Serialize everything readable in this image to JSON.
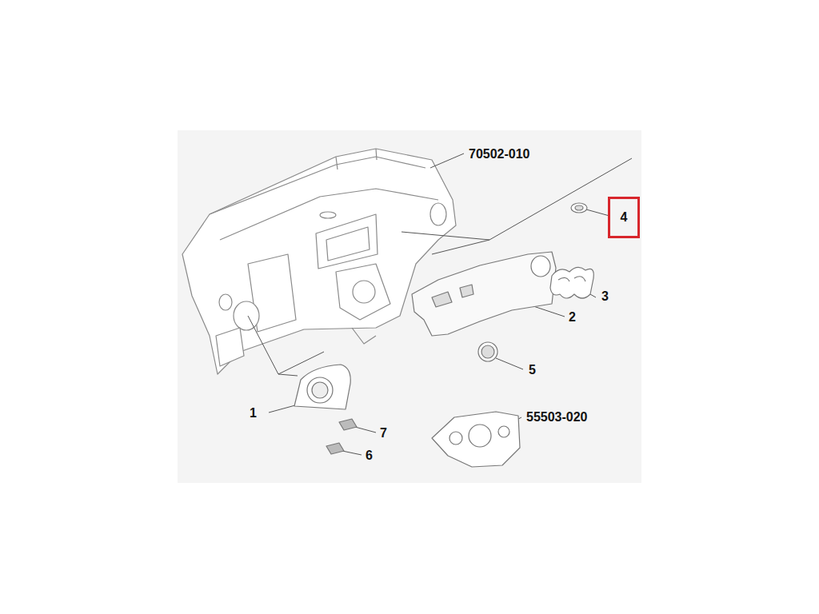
{
  "diagram": {
    "nodes": [
      {
        "text": [
          "4"
        ]
      }
    ],
    "labels": [
      "70502-010",
      "3",
      "2",
      "5",
      "1",
      "55503-020",
      "7",
      "6"
    ]
  }
}
